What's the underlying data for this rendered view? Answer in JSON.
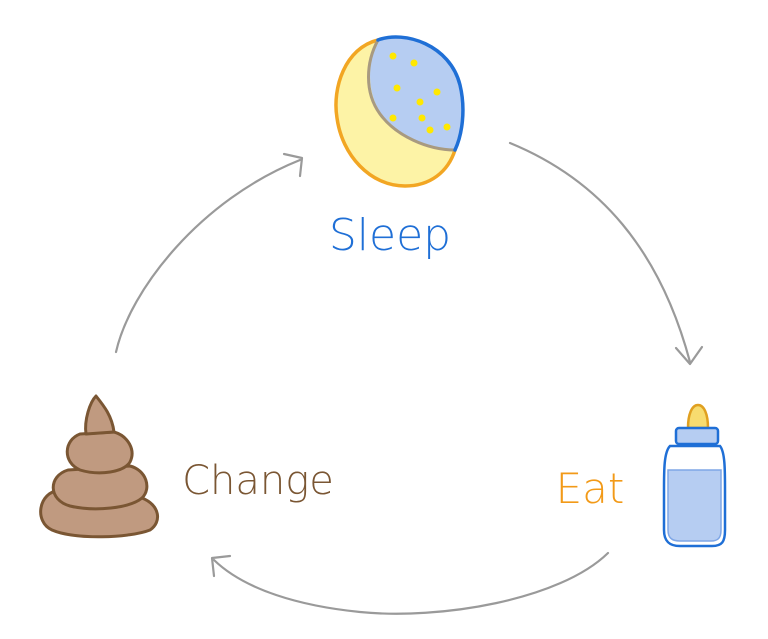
{
  "diagram": {
    "nodes": [
      {
        "id": "sleep",
        "label": "Sleep",
        "color": "#1f6fd6",
        "icon": "moon-icon"
      },
      {
        "id": "eat",
        "label": "Eat",
        "color": "#f29a18",
        "icon": "baby-bottle-icon"
      },
      {
        "id": "change",
        "label": "Change",
        "color": "#7a5633",
        "icon": "poop-icon"
      }
    ],
    "edges": [
      {
        "from": "sleep",
        "to": "eat"
      },
      {
        "from": "eat",
        "to": "change"
      },
      {
        "from": "change",
        "to": "sleep"
      }
    ],
    "arrow_color": "#9a9a9a"
  }
}
